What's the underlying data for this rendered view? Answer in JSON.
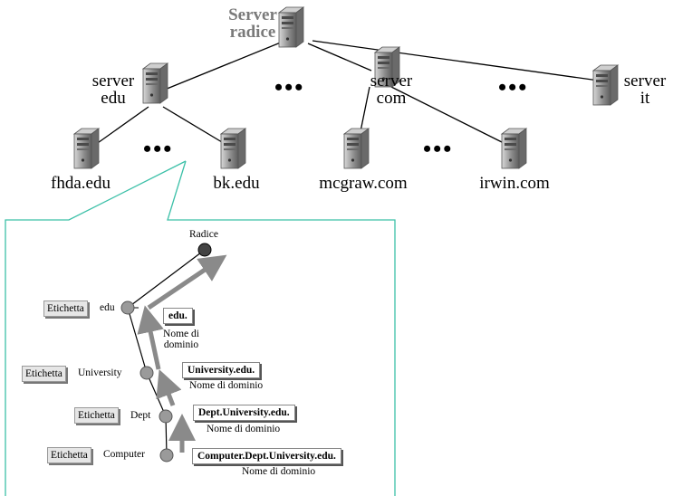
{
  "tree": {
    "root": "Server\nradice",
    "tld": [
      {
        "id": "edu",
        "label": "server\nedu"
      },
      {
        "id": "com",
        "label": "server\ncom"
      },
      {
        "id": "it",
        "label": "server\nit"
      }
    ],
    "leaves": [
      {
        "label": "fhda.edu"
      },
      {
        "label": "bk.edu"
      },
      {
        "label": "mcgraw.com"
      },
      {
        "label": "irwin.com"
      }
    ],
    "ellipsis": "•••"
  },
  "detail": {
    "root_label": "Radice",
    "levels": [
      {
        "tag": "Etichetta",
        "name": "edu",
        "domain": "edu.",
        "domain_caption": "Nome di\ndominio"
      },
      {
        "tag": "Etichetta",
        "name": "University",
        "domain": "University.edu.",
        "domain_caption": "Nome di dominio"
      },
      {
        "tag": "Etichetta",
        "name": "Dept",
        "domain": "Dept.University.edu.",
        "domain_caption": "Nome di dominio"
      },
      {
        "tag": "Etichetta",
        "name": "Computer",
        "domain": "Computer.Dept.University.edu.",
        "domain_caption": "Nome di dominio"
      }
    ]
  },
  "colors": {
    "zoom_outline": "#3cc0a8",
    "server_body": "#8c8c8c",
    "node_fill": "#9a9a9a",
    "arrow": "#8a8a8a"
  },
  "icons": [
    "server-icon"
  ]
}
